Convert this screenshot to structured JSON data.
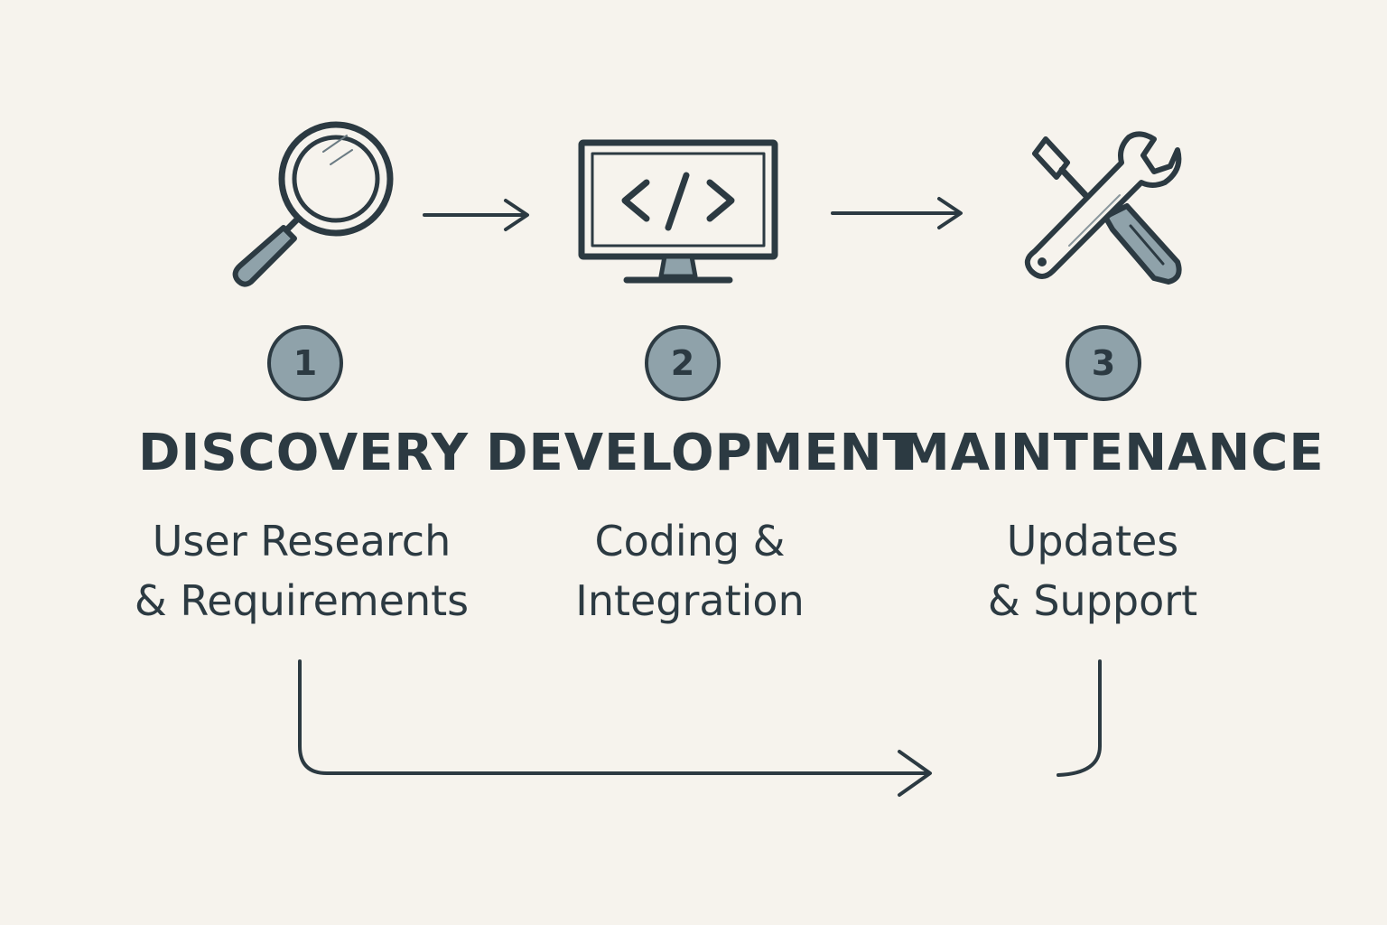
{
  "colors": {
    "background": "#f6f3ed",
    "ink": "#2c3a42",
    "accent_fill": "#8fa2aa"
  },
  "steps": [
    {
      "number": "1",
      "title": "DISCOVERY",
      "description_lines": [
        "User Research",
        "& Requirements"
      ],
      "icon": "magnifying-glass-icon"
    },
    {
      "number": "2",
      "title": "DEVELOPMENT",
      "description_lines": [
        "Coding &",
        "Integration"
      ],
      "icon": "code-monitor-icon"
    },
    {
      "number": "3",
      "title": "MAINTENANCE",
      "description_lines": [
        "Updates",
        "& Support"
      ],
      "icon": "wrench-screwdriver-icon"
    }
  ],
  "connectors": [
    {
      "from": "DISCOVERY",
      "to": "DEVELOPMENT",
      "style": "straight-arrow"
    },
    {
      "from": "DEVELOPMENT",
      "to": "MAINTENANCE",
      "style": "straight-arrow"
    },
    {
      "from": "DISCOVERY",
      "to": "MAINTENANCE",
      "style": "feedback-loop-arrow"
    }
  ]
}
